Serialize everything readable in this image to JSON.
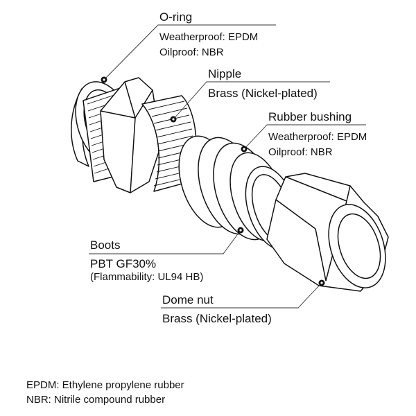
{
  "callouts": {
    "oring": {
      "title": "O-ring",
      "line1": "Weatherproof: EPDM",
      "line2": "Oilproof: NBR"
    },
    "nipple": {
      "title": "Nipple",
      "line1": "Brass (Nickel-plated)"
    },
    "bushing": {
      "title": "Rubber bushing",
      "line1": "Weatherproof: EPDM",
      "line2": "Oilproof: NBR"
    },
    "boots": {
      "title": "Boots",
      "line1": "PBT GF30%",
      "line2": "(Flammability: UL94 HB)"
    },
    "domenut": {
      "title": "Dome nut",
      "line1": "Brass (Nickel-plated)"
    }
  },
  "legend": {
    "epdm": "EPDM: Ethylene propylene rubber",
    "nbr": "NBR: Nitrile compound rubber"
  },
  "colors": {
    "ink": "#111111",
    "leader": "#333333",
    "fill": "#ffffff"
  }
}
